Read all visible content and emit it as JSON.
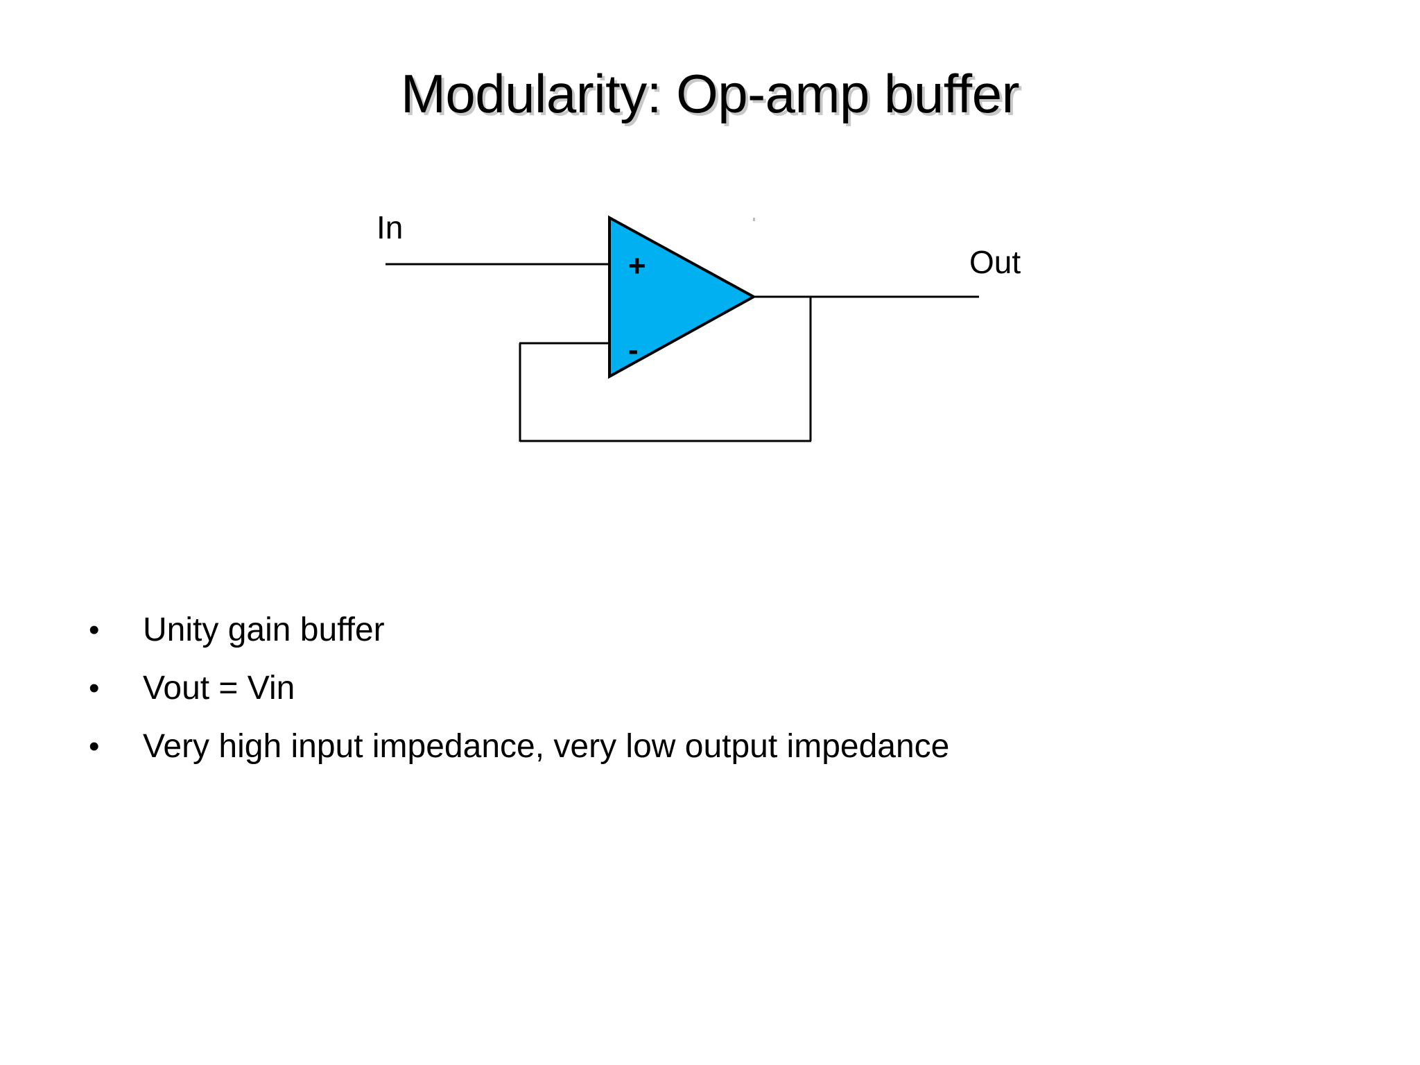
{
  "slide": {
    "title": "Modularity: Op-amp buffer",
    "background_color": "#ffffff",
    "title_shadow_color": "#c8c8c8"
  },
  "diagram": {
    "name": "op-amp unity gain buffer schematic",
    "opamp_fill_color": "#00b0f0",
    "opamp_stroke_color": "#000000",
    "wire_color": "#000000",
    "labels": {
      "input": "In",
      "output": "Out",
      "noninverting_sign": "+",
      "inverting_sign": "-"
    }
  },
  "bullets": {
    "marker": "•",
    "items": [
      "Unity gain buffer",
      "Vout = Vin",
      "Very high input impedance, very low output impedance"
    ]
  }
}
